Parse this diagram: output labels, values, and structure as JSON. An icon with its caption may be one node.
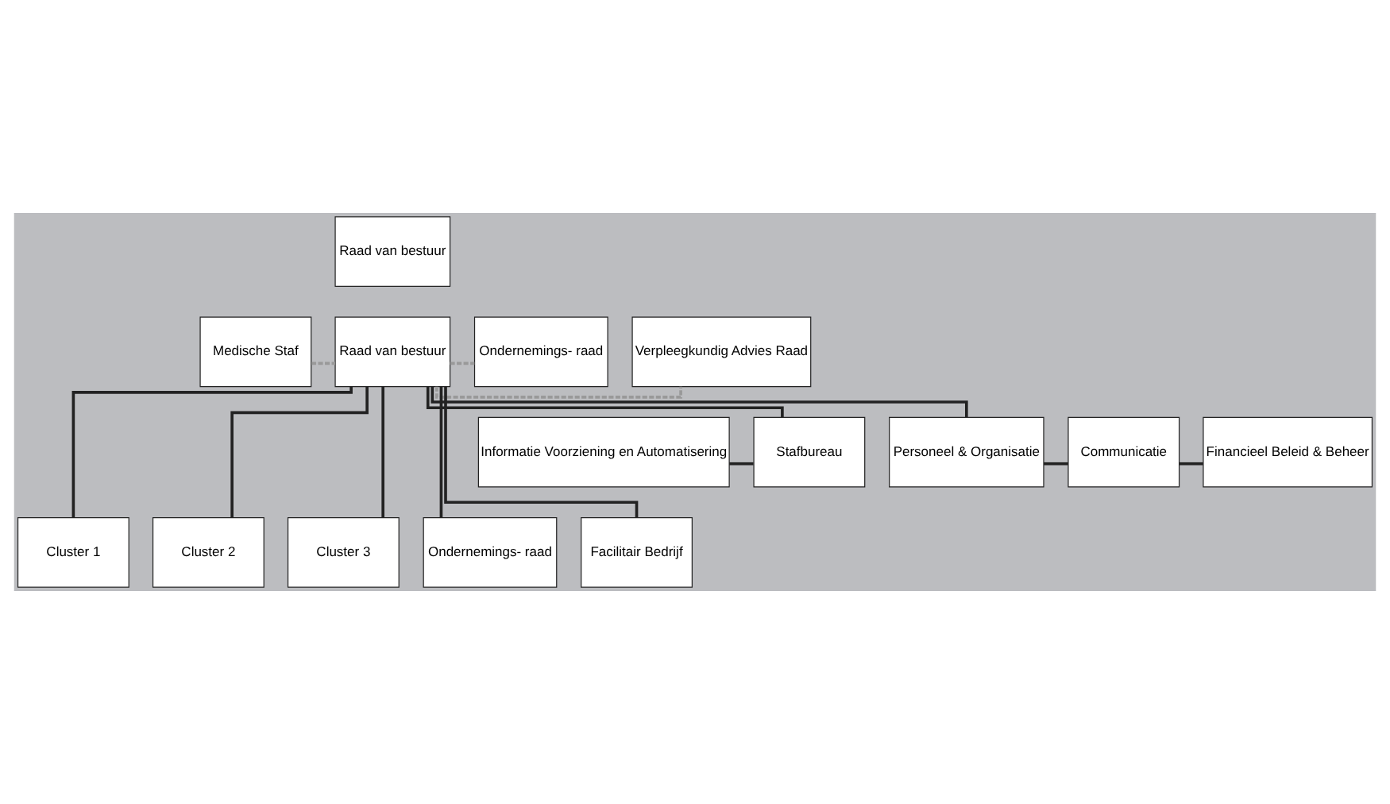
{
  "diagram": {
    "nodes": [
      {
        "text": [
          "Raad van bestuur"
        ]
      },
      {
        "text": [
          "Medische Staf"
        ]
      },
      {
        "text": [
          "Raad van bestuur"
        ]
      },
      {
        "text": [
          "Ondernemings- raad"
        ]
      },
      {
        "text": [
          "Verpleegkundig Advies Raad"
        ]
      },
      {
        "text": [
          "Informatie Voorziening en Automatisering"
        ]
      },
      {
        "text": [
          "Stafbureau"
        ]
      },
      {
        "text": [
          "Personeel & Organisatie"
        ]
      },
      {
        "text": [
          "Communicatie"
        ]
      },
      {
        "text": [
          "Financieel Beleid & Beheer"
        ]
      },
      {
        "text": [
          "Cluster 1"
        ]
      },
      {
        "text": [
          "Cluster 2"
        ]
      },
      {
        "text": [
          "Cluster 3"
        ]
      },
      {
        "text": [
          "Ondernemings- raad"
        ]
      },
      {
        "text": [
          "Facilitair Bedrijf"
        ]
      }
    ],
    "edges": [
      {
        "from": 1,
        "to": 2,
        "arrow": "none",
        "style": "dashed",
        "color": "#999999"
      },
      {
        "from": 2,
        "to": 3,
        "arrow": "none",
        "style": "dashed",
        "color": "#999999"
      },
      {
        "from": 2,
        "to": 4,
        "arrow": "none",
        "style": "dashed",
        "color": "#999999"
      },
      {
        "from": 5,
        "to": 6,
        "arrow": "none"
      },
      {
        "from": 2,
        "to": 6,
        "arrow": "none"
      },
      {
        "from": 2,
        "to": 7,
        "arrow": "none"
      },
      {
        "from": 7,
        "to": 8,
        "arrow": "none"
      },
      {
        "from": 8,
        "to": 9,
        "arrow": "none"
      },
      {
        "from": 2,
        "to": 10,
        "arrow": "none"
      },
      {
        "from": 2,
        "to": 11,
        "arrow": "none"
      },
      {
        "from": 2,
        "to": 12,
        "arrow": "none"
      },
      {
        "from": 2,
        "to": 13,
        "arrow": "none"
      },
      {
        "from": 2,
        "to": 14,
        "arrow": "none"
      }
    ]
  }
}
